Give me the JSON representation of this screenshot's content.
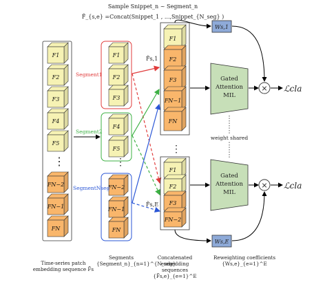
{
  "header": {
    "line1": "Sample Snippet_n ~ Segment_n",
    "line2": "F̃_{s,e} =Concat(Snippet_1 , ...,Snippet_{N_seg} )"
  },
  "sequence_patches": [
    "F1",
    "F2",
    "F3",
    "F4",
    "F5",
    "FN−2",
    "FN−1",
    "FN"
  ],
  "segment_patches": [
    "F1",
    "F2",
    "F3",
    "F4",
    "F5",
    "FN−2",
    "FN−1",
    "FN"
  ],
  "segments": {
    "first_label": "Segment1",
    "second_label": "Segment2",
    "last_label": "SegmentNseg"
  },
  "concat_top": {
    "label": "F̃s,1",
    "patches": [
      "F1",
      "F2",
      "F3",
      "FN−1",
      "FN"
    ]
  },
  "concat_bottom": {
    "label": "F̃s,E",
    "patches": [
      "F1",
      "F2",
      "F3",
      "FN−2"
    ]
  },
  "mil_top": {
    "line1": "Gated",
    "line2": "Attention",
    "line3": "MIL"
  },
  "mil_bottom": {
    "line1": "Gated",
    "line2": "Attention",
    "line3": "MIL"
  },
  "weight_shared": "weight shared",
  "w_top": "Ws,1",
  "w_bottom": "Ws,E",
  "loss": "ℒcla",
  "multiply_symbol": "×",
  "ellipsis": "⋮",
  "captions": {
    "sequence": [
      "Time-series patch",
      "embedding sequence F̃s"
    ],
    "segments": [
      "Segments",
      "{Segment_n}_{n=1}^{N_seg}"
    ],
    "concat": [
      "Concatenated embedding",
      "sequences",
      "{F̃s,e}_{e=1}^E"
    ],
    "reweight": [
      "Reweighting coefficients",
      "{Ws,e}_{e=1}^E"
    ]
  },
  "colors": {
    "yellow_cube": "#f6f2b4",
    "orange_cube": "#f9b66b",
    "mil_fill": "#c7dfb8",
    "w_fill": "#8eaad8",
    "segment1": "#e03b3b",
    "segment2": "#3cb043",
    "segment_last": "#2a56d6"
  }
}
